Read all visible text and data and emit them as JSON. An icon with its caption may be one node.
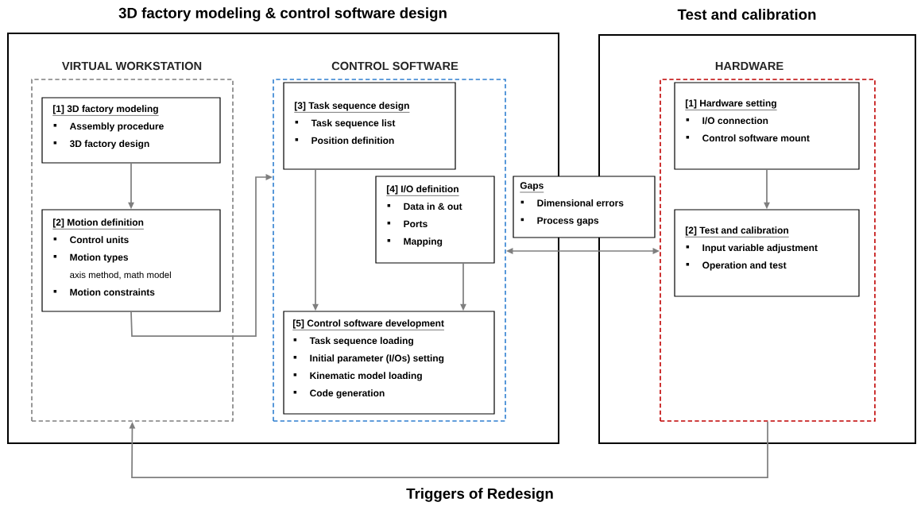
{
  "diagram": {
    "nodes": [
      {
        "text": [
          "3D factory modeling & control software design"
        ]
      },
      {
        "text": [
          "Test and calibration"
        ]
      },
      {
        "text": [
          "VIRTUAL WORKSTATION"
        ],
        "in": 0
      },
      {
        "text": [
          "[1] 3D factory modeling",
          "Assembly procedure",
          "3D factory design"
        ],
        "in": 2
      },
      {
        "text": [
          "[2] Motion definition",
          "Control units",
          "Motion types",
          "axis method, math model",
          "Motion constraints"
        ],
        "in": 2
      },
      {
        "text": [
          "CONTROL SOFTWARE"
        ],
        "in": 0
      },
      {
        "text": [
          "[3] Task sequence design",
          "Task sequence list",
          "Position definition"
        ],
        "in": 5
      },
      {
        "text": [
          "[4] I/O definition",
          "Data in & out",
          "Ports",
          "Mapping"
        ],
        "in": 5
      },
      {
        "text": [
          "[5] Control software development",
          "Task sequence loading",
          "Initial parameter (I/Os) setting",
          "Kinematic model loading",
          "Code generation"
        ],
        "in": 5
      },
      {
        "text": [
          "Gaps",
          "Dimensional errors",
          "Process gaps"
        ]
      },
      {
        "text": [
          "HARDWARE"
        ],
        "in": 1
      },
      {
        "text": [
          "[1] Hardware setting",
          "I/O connection",
          "Control software mount"
        ],
        "in": 10
      },
      {
        "text": [
          "[2] Test and calibration",
          "Input variable adjustment",
          "Operation and test"
        ],
        "in": 10
      }
    ],
    "edges": [
      {
        "from": 3,
        "to": 4,
        "arrow": "to"
      },
      {
        "from": 4,
        "to": 5,
        "arrow": "to"
      },
      {
        "from": 6,
        "to": 8,
        "arrow": "to"
      },
      {
        "from": 7,
        "to": 8,
        "arrow": "to"
      },
      {
        "from": 5,
        "to": 10,
        "arrow": "both"
      },
      {
        "from": 11,
        "to": 12,
        "arrow": "to"
      },
      {
        "from": 10,
        "to": 2,
        "arrow": "to",
        "label": "Triggers of Redesign"
      }
    ]
  }
}
